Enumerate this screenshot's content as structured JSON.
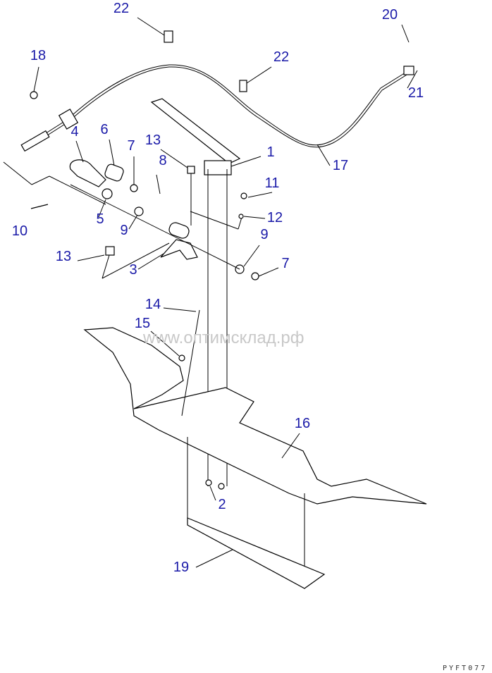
{
  "diagram": {
    "callouts": [
      "22",
      "20",
      "18",
      "22",
      "21",
      "6",
      "4",
      "13",
      "7",
      "1",
      "17",
      "8",
      "11",
      "12",
      "10",
      "5",
      "9",
      "9",
      "13",
      "3",
      "7",
      "14",
      "15",
      "16",
      "2",
      "19"
    ],
    "watermark": "www.оптимсклад.рф",
    "drawing_code": "PYFT077"
  }
}
